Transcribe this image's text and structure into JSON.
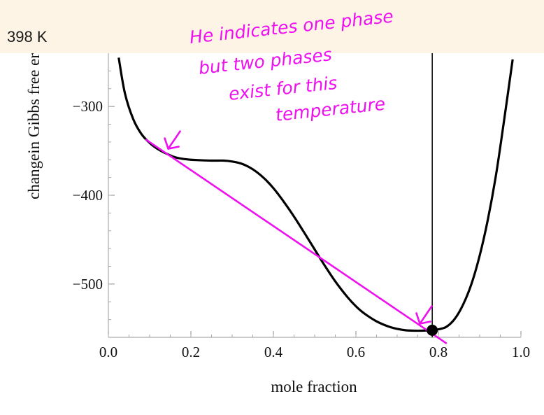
{
  "header": {
    "temperature_label": "398 K"
  },
  "annotation": {
    "lines": [
      "He indicates one phase",
      "but two phases",
      "exist for this",
      "temperature"
    ],
    "color": "#ee10ee"
  },
  "chart_data": {
    "type": "line",
    "title": "",
    "xlabel": "mole fraction",
    "ylabel": "changein Gibbs free er",
    "xlim": [
      0.0,
      1.0
    ],
    "ylim": [
      -560,
      -240
    ],
    "x_ticks": [
      0.0,
      0.2,
      0.4,
      0.6,
      0.8,
      1.0
    ],
    "x_tick_labels": [
      "0.0",
      "0.2",
      "0.4",
      "0.6",
      "0.8",
      "1.0"
    ],
    "y_ticks": [
      -300,
      -400,
      -500
    ],
    "y_tick_labels": [
      "−300",
      "−400",
      "−500"
    ],
    "grid": false,
    "series": [
      {
        "color": "#000000",
        "x": [
          0.025,
          0.04,
          0.06,
          0.08,
          0.1,
          0.12,
          0.14,
          0.16,
          0.18,
          0.2,
          0.22,
          0.25,
          0.28,
          0.3,
          0.32,
          0.34,
          0.36,
          0.38,
          0.4,
          0.42,
          0.45,
          0.48,
          0.5,
          0.52,
          0.55,
          0.58,
          0.6,
          0.62,
          0.65,
          0.68,
          0.7,
          0.72,
          0.74,
          0.76,
          0.78,
          0.8,
          0.82,
          0.84,
          0.86,
          0.88,
          0.9,
          0.92,
          0.94,
          0.96,
          0.98
        ],
        "y": [
          -245,
          -285,
          -314,
          -331,
          -341,
          -348,
          -353,
          -357,
          -359,
          -360,
          -360.5,
          -361,
          -361,
          -362,
          -364,
          -368,
          -374,
          -382,
          -392,
          -404,
          -424,
          -446,
          -461,
          -476,
          -497,
          -515,
          -525,
          -533,
          -542,
          -548,
          -550.5,
          -552,
          -552.5,
          -552.5,
          -552,
          -551,
          -548,
          -539,
          -523,
          -500,
          -468,
          -427,
          -376,
          -313,
          -247
        ]
      }
    ],
    "tangent_line": {
      "x": [
        0.09,
        0.82
      ],
      "y": [
        -337,
        -567
      ],
      "color": "#ee10ee"
    },
    "vertical_line_x": 0.785,
    "marker": {
      "x": 0.785,
      "y": -552
    },
    "arrow_marks": [
      {
        "x": 0.14,
        "y": -350
      },
      {
        "x": 0.75,
        "y": -547
      }
    ]
  }
}
